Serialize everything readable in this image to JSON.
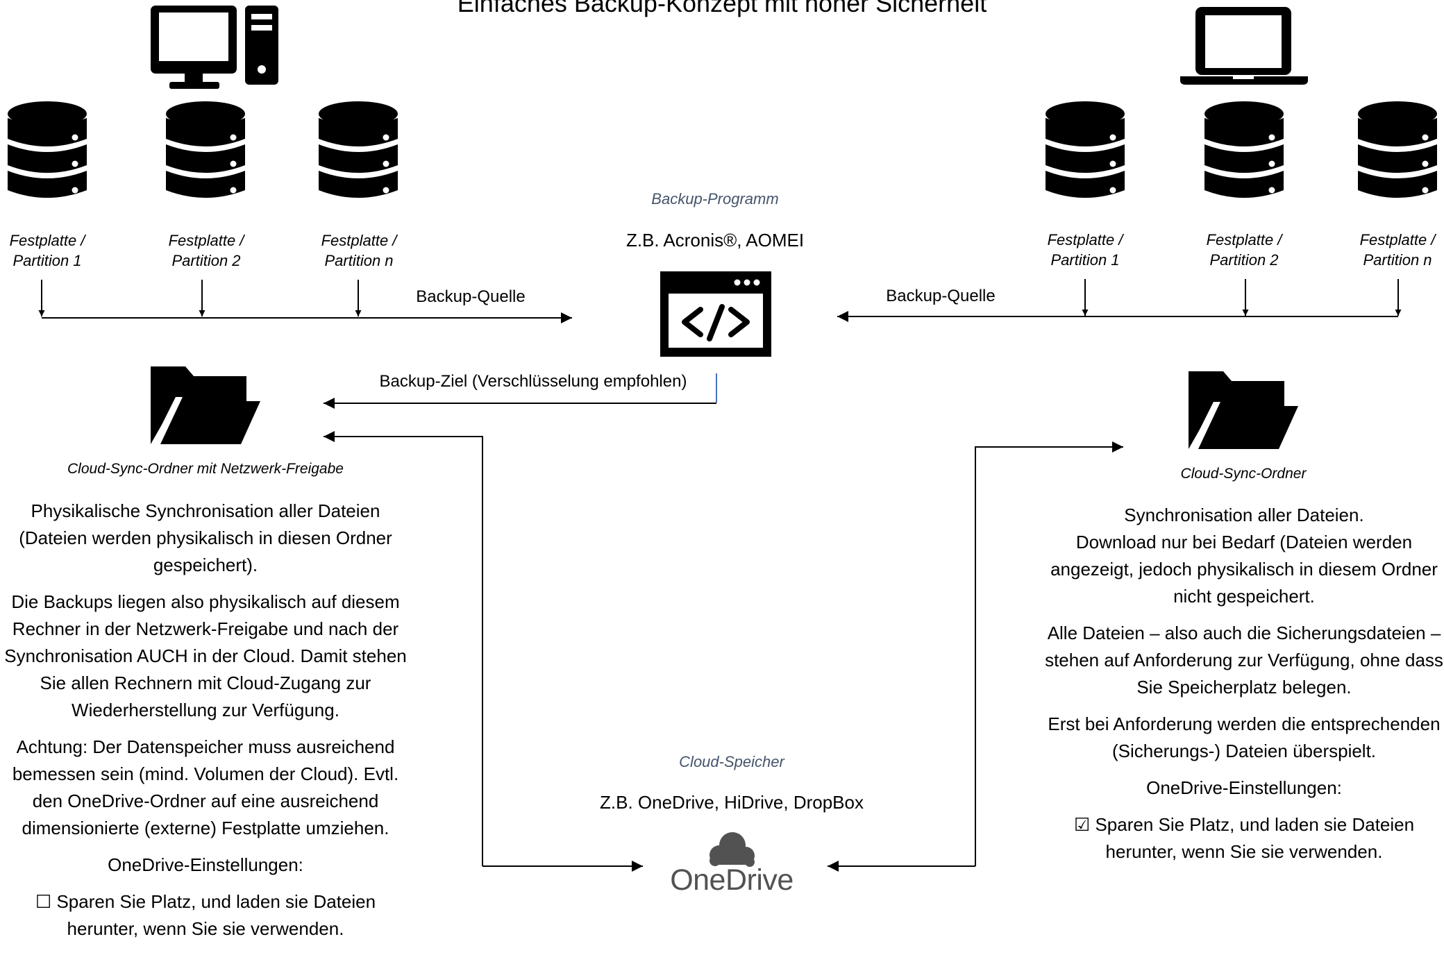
{
  "title": "Einfaches Backup-Konzept mit hoher Sicherheit",
  "left_computer": {
    "icon": "desktop-computer-icon",
    "disks": [
      {
        "line1": "Festplatte /",
        "line2": "Partition 1"
      },
      {
        "line1": "Festplatte /",
        "line2": "Partition 2"
      },
      {
        "line1": "Festplatte /",
        "line2": "Partition n"
      }
    ],
    "source_label": "Backup-Quelle",
    "target_label": "Backup-Ziel (Verschlüsselung empfohlen)",
    "folder_caption": "Cloud-Sync-Ordner mit Netzwerk-Freigabe",
    "description": [
      "Physikalische Synchronisation aller Dateien (Dateien werden physikalisch in diesen Ordner gespeichert).",
      "Die Backups liegen also physikalisch auf diesem Rechner in der Netzwerk-Freigabe und nach der Synchronisation AUCH in der Cloud. Damit stehen Sie allen Rechnern mit Cloud-Zugang zur Wiederherstellung zur Verfügung.",
      "Achtung: Der Datenspeicher muss ausreichend bemessen sein (mind. Volumen der Cloud). Evtl. den OneDrive-Ordner auf eine ausreichend dimensionierte (externe) Festplatte umziehen.",
      "OneDrive-Einstellungen:",
      "☐ Sparen Sie Platz, und laden sie Dateien herunter, wenn Sie sie verwenden."
    ]
  },
  "backup_program": {
    "caption": "Backup-Programm",
    "examples": "Z.B. Acronis®, AOMEI",
    "icon": "code-window-icon"
  },
  "cloud_storage": {
    "caption": "Cloud-Speicher",
    "examples": "Z.B. OneDrive, HiDrive, DropBox",
    "logo_text": "OneDrive",
    "icon": "cloud-icon"
  },
  "right_computer": {
    "icon": "laptop-icon",
    "disks": [
      {
        "line1": "Festplatte /",
        "line2": "Partition 1"
      },
      {
        "line1": "Festplatte /",
        "line2": "Partition 2"
      },
      {
        "line1": "Festplatte /",
        "line2": "Partition n"
      }
    ],
    "source_label": "Backup-Quelle",
    "folder_caption": "Cloud-Sync-Ordner",
    "description": [
      "Synchronisation aller Dateien.\nDownload nur bei Bedarf (Dateien werden angezeigt, jedoch physikalisch in diesem Ordner nicht gespeichert.",
      "Alle Dateien – also auch die Sicherungsdateien – stehen auf Anforderung zur Verfügung, ohne dass Sie Speicherplatz belegen.",
      "Erst bei Anforderung werden die entsprechenden (Sicherungs-) Dateien überspielt.",
      "OneDrive-Einstellungen:",
      "☑ Sparen Sie Platz, und laden sie Dateien herunter, wenn Sie sie verwenden."
    ]
  },
  "colors": {
    "caption_blue": "#44546a",
    "line": "#000000",
    "highlight_line": "#4472c4"
  }
}
